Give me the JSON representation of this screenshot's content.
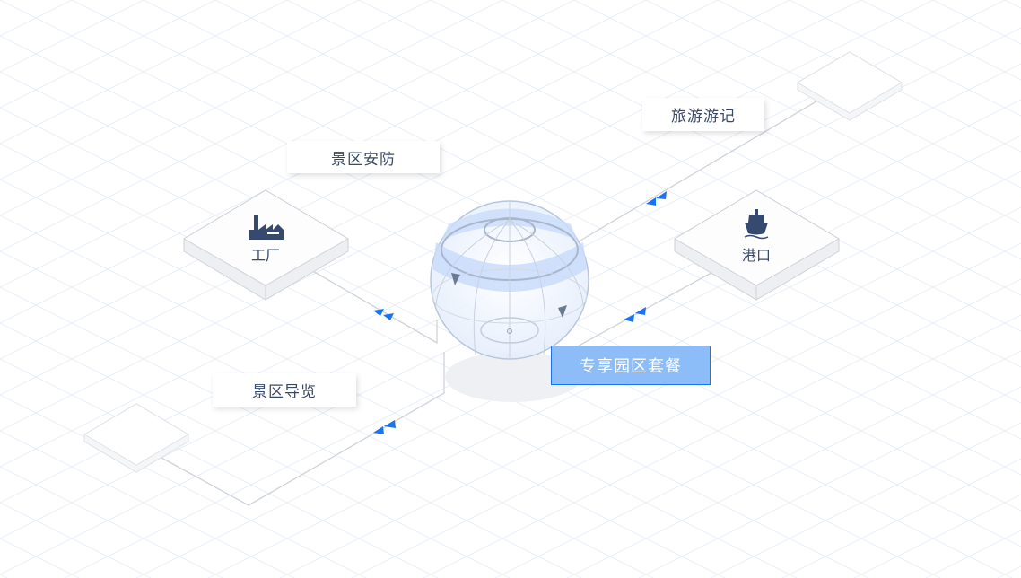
{
  "labels": {
    "scenic_security": "景区安防",
    "travel_notes": "旅游游记",
    "scenic_guide": "景区导览",
    "exclusive_park_package": "专享园区套餐"
  },
  "nodes": {
    "factory": {
      "label": "工厂",
      "icon": "factory-icon"
    },
    "port": {
      "label": "港口",
      "icon": "ship-icon"
    }
  },
  "colors": {
    "accent": "#1a73f0",
    "promo_fill": "#8dbdf9",
    "text": "#3a4a66",
    "globe_band": "#c9dcfb"
  }
}
